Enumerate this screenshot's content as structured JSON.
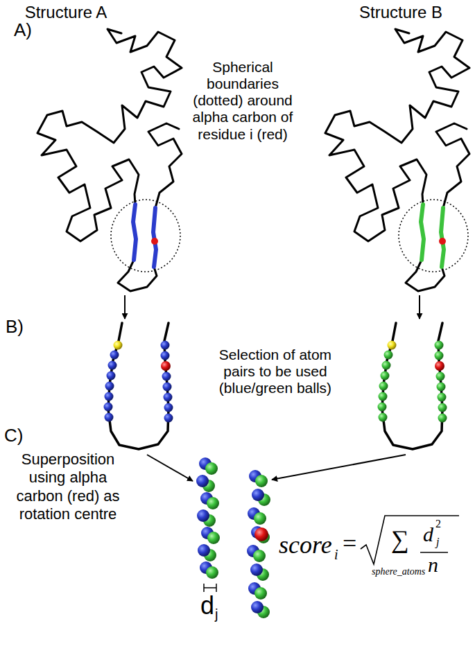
{
  "diagram": {
    "labels": [
      "Structure A",
      "Structure B",
      "A)",
      "Spherical boundaries (dotted) around alpha carbon of residue i (red)",
      "B)",
      "Selection of atom pairs to be used (blue/green balls)",
      "C)",
      "Superposition using alpha carbon (red) as rotation centre",
      "score",
      "i",
      "=",
      "∑",
      "sphere_atoms",
      "d",
      "2",
      "j",
      "n",
      "d",
      "j"
    ]
  }
}
